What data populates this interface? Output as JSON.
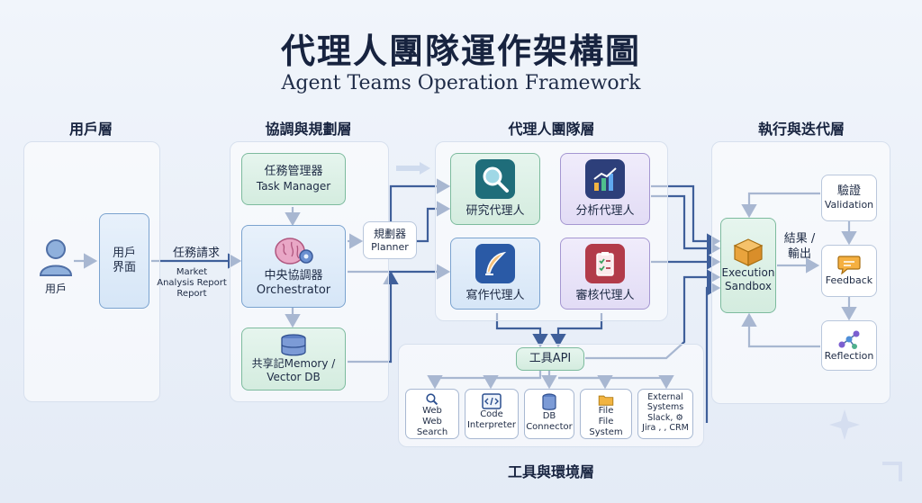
{
  "title": "代理人團隊運作架構圖",
  "subtitle": "Agent Teams Operation Framework",
  "layers": {
    "user": "用戶層",
    "coordination": "協調與規劃層",
    "agents": "代理人團隊層",
    "execution": "執行與迭代層",
    "tools": "工具與環境層"
  },
  "user": {
    "person_label": "用戶",
    "interface_line1": "用戶",
    "interface_line2": "界面",
    "request_label": "任務請求",
    "request_sub1": "Market",
    "request_sub2": "Analysis Report",
    "request_sub3": "Report"
  },
  "coordination": {
    "task_manager_zh": "任務管理器",
    "task_manager_en": "Task Manager",
    "orchestrator_zh": "中央協調器",
    "orchestrator_en": "Orchestrator",
    "memory_zh": "共享記Memory /",
    "memory_en": "Vector DB",
    "planner_zh": "規劃器",
    "planner_en": "Planner"
  },
  "agents": {
    "research": "研究代理人",
    "analysis": "分析代理人",
    "writing": "寫作代理人",
    "review": "審核代理人"
  },
  "execution": {
    "sandbox_line1": "Execution",
    "sandbox_line2": "Sandbox",
    "result_line1": "結果 /",
    "result_line2": "輸出",
    "validation_zh": "驗證",
    "validation_en": "Validation",
    "feedback": "Feedback",
    "reflection": "Reflection"
  },
  "tools": {
    "api_label": "工具API",
    "items": [
      {
        "line1": "Web",
        "line2": "Web Search",
        "line3": ""
      },
      {
        "line1": "Code",
        "line2": "Interpreter",
        "line3": ""
      },
      {
        "line1": "DB",
        "line2": "Connector",
        "line3": ""
      },
      {
        "line1": "File",
        "line2": "File System",
        "line3": ""
      },
      {
        "line1": "External",
        "line2": "Systems",
        "line3": "Slack, ⚙",
        "line4": "Jira , , CRM"
      }
    ]
  },
  "colors": {
    "arrow": "#3f5f9a",
    "green_border": "#7dbb9e",
    "blue_border": "#7ba3cf",
    "purple_border": "#a597d1",
    "title": "#17233f"
  }
}
